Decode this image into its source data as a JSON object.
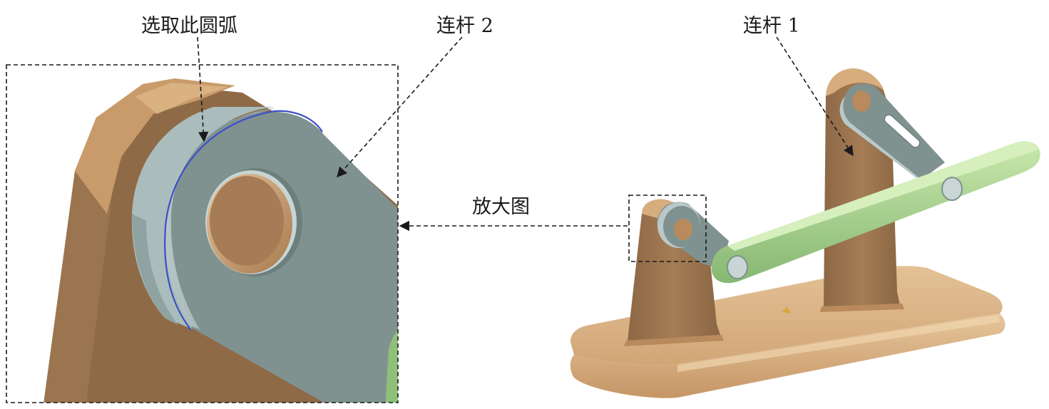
{
  "labels": {
    "select_arc": "选取此圆弧",
    "link2": "连杆 2",
    "link1": "连杆 1",
    "zoom": "放大图"
  },
  "colors": {
    "base": "#c99b6b",
    "base_dark": "#9b7450",
    "base_light": "#e2bf92",
    "link_gray": "#7f9290",
    "link_gray_light": "#b9c9c9",
    "link_green": "#8fc07a",
    "link_green_light": "#c6e6aa",
    "arc_highlight": "#3d4fc9",
    "annotation": "#1a1a1a"
  },
  "icons": [
    "callout-arrow",
    "zoom-frame"
  ]
}
